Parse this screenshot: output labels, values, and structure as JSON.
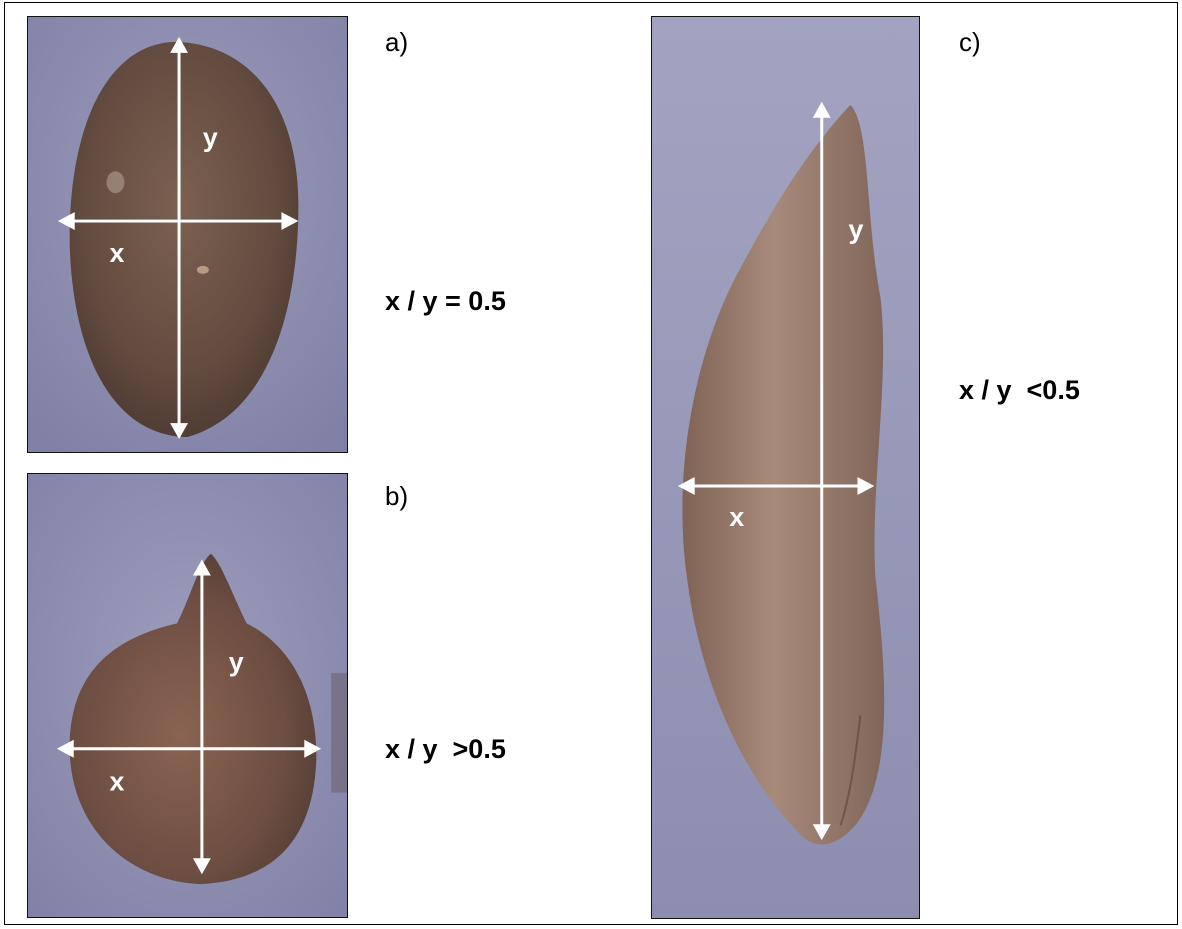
{
  "panels": [
    {
      "id": "a",
      "label": "a)",
      "ratio": "x / y = 0.5",
      "axis_x": "x",
      "axis_y": "y"
    },
    {
      "id": "b",
      "label": "b)",
      "ratio": "x / y  >0.5",
      "axis_x": "x",
      "axis_y": "y"
    },
    {
      "id": "c",
      "label": "c)",
      "ratio": "x / y  <0.5",
      "axis_x": "x",
      "axis_y": "y"
    }
  ],
  "colors": {
    "background_purple": "#8e8eb0",
    "tuber_brown": "#6e5547",
    "tuber_c_brown": "#9e7e6e",
    "arrow_white": "#ffffff"
  }
}
